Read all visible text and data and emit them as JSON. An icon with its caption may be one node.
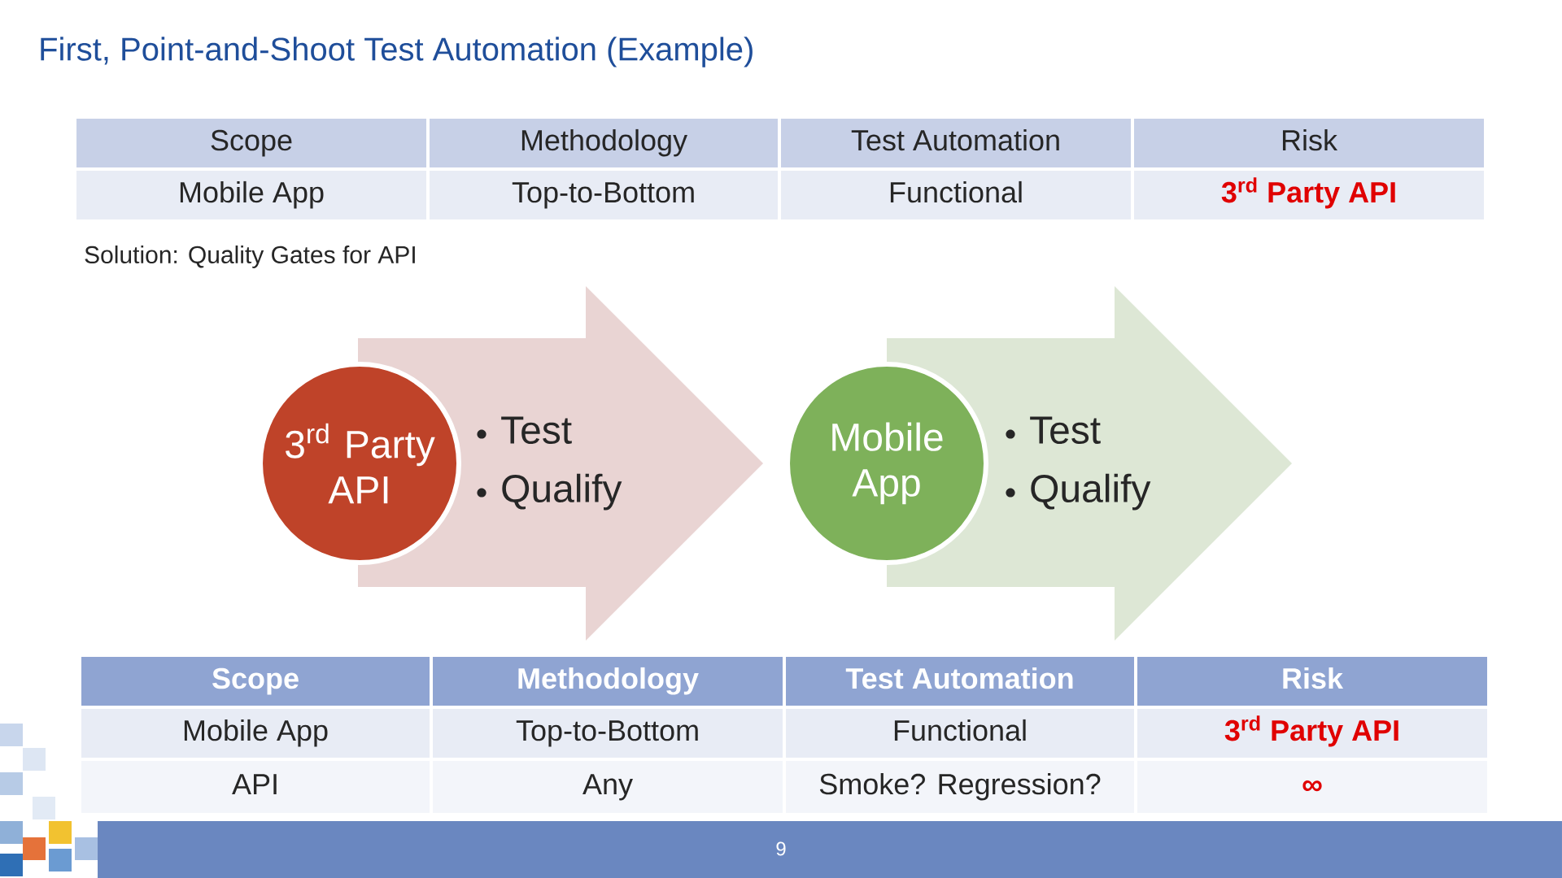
{
  "diagram": {
    "title": "First, Point-and-Shoot Test Automation (Example)",
    "nodes": [
      {
        "text": [
          "3$^{rd}$ Party API"
        ]
      },
      {
        "text": [
          "Test",
          "Qualify"
        ]
      },
      {
        "text": [
          "Mobile App"
        ]
      },
      {
        "text": [
          "Test",
          "Qualify"
        ]
      }
    ],
    "labels": [
      "Scope",
      "Methodology",
      "Test Automation",
      "Risk",
      "Mobile App",
      "Top-to-Bottom",
      "Functional",
      "3$^{rd}$ Party API",
      "Solution: Quality Gates for API",
      "Scope",
      "Methodology",
      "Test Automation",
      "Risk",
      "Mobile App",
      "Top-to-Bottom",
      "Functional",
      "3$^{rd}$ Party API",
      "API",
      "Any",
      "Smoke? Regression?",
      "∞",
      "9"
    ]
  }
}
